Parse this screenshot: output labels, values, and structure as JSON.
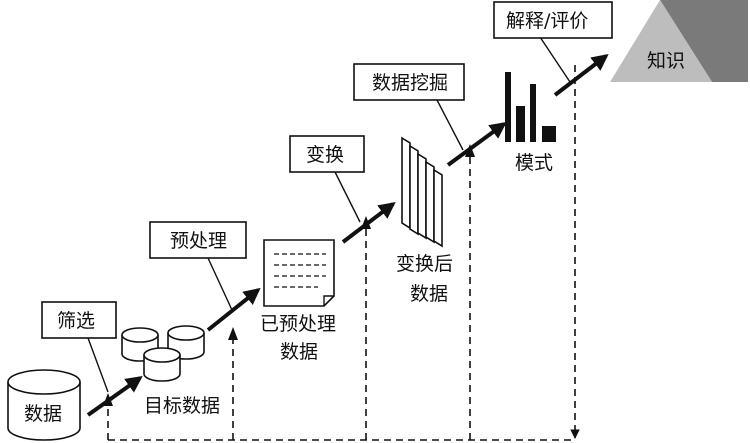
{
  "labels": {
    "data": "数据",
    "select_box": "筛选",
    "target_data": "目标数据",
    "preprocess_box": "预处理",
    "preprocessed_line1": "已预处理",
    "preprocessed_line2": "数据",
    "transform_box": "变换",
    "transformed_line1": "变换后",
    "transformed_line2": "数据",
    "mining_box": "数据挖掘",
    "pattern": "模式",
    "interpret_box": "解释/评价",
    "knowledge": "知识"
  },
  "colors": {
    "ink": "#111111",
    "knowledge_dark": "#7a7a7a",
    "knowledge_light": "#bdbdbd"
  }
}
